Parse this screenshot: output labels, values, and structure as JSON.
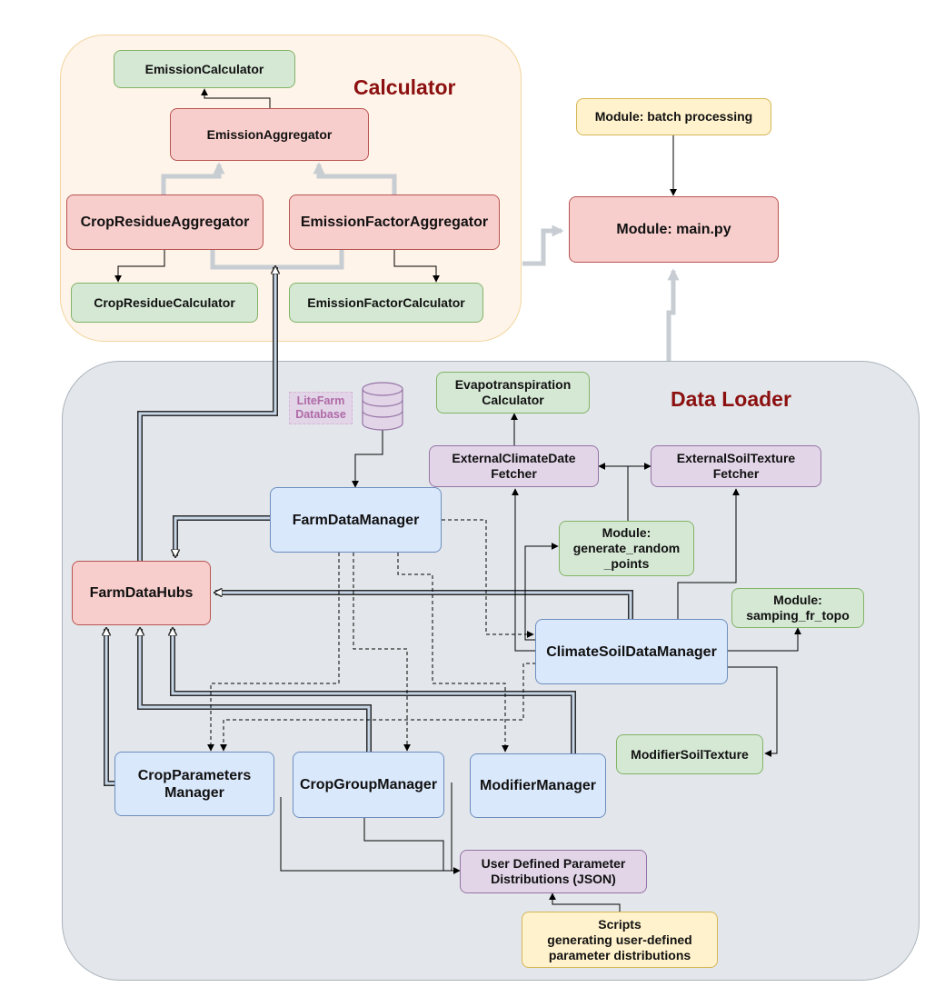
{
  "regions": {
    "calculator": "Calculator",
    "data_loader": "Data Loader"
  },
  "nodes": {
    "emission_calculator": "EmissionCalculator",
    "emission_aggregator": "EmissionAggregator",
    "crop_residue_aggregator": "CropResidueAggregator",
    "emission_factor_aggregator": "EmissionFactorAggregator",
    "crop_residue_calculator": "CropResidueCalculator",
    "emission_factor_calculator": "EmissionFactorCalculator",
    "batch_processing": "Module: batch processing",
    "main_py": "Module: main.py",
    "evapotranspiration_calculator": "Evapotranspiration\nCalculator",
    "external_climate_fetcher": "ExternalClimateDate\nFetcher",
    "external_soil_fetcher": "ExternalSoilTexture\nFetcher",
    "farm_data_manager": "FarmDataManager",
    "generate_random_points": "Module:\ngenerate_random\n_points",
    "farm_data_hubs": "FarmDataHubs",
    "sampling_fr_topo": "Module:\nsamping_fr_topo",
    "climate_soil_data_manager": "ClimateSoilDataManager",
    "modifier_soil_texture": "ModifierSoilTexture",
    "crop_parameters_manager": "CropParameters\nManager",
    "crop_group_manager": "CropGroupManager",
    "modifier_manager": "ModifierManager",
    "user_defined_distributions": "User Defined Parameter\nDistributions (JSON)",
    "scripts": "Scripts\ngenerating user-defined\nparameter distributions",
    "litefarm_database": "LiteFarm\nDatabase"
  },
  "colors": {
    "region_title": "#8c1010",
    "green_fill": "#d5e8d4",
    "red_fill": "#f8cecc",
    "blue_fill": "#dae8fc",
    "purple_fill": "#e1d5e7",
    "yellow_fill": "#fff2cc",
    "calculator_fill": "#fef4e9",
    "data_loader_fill": "#e3e7eb",
    "flow_pipe": "#c7cdd2",
    "hub_pipe": "#c8d7e8"
  },
  "icons": {
    "database": "database-cylinder-icon"
  }
}
